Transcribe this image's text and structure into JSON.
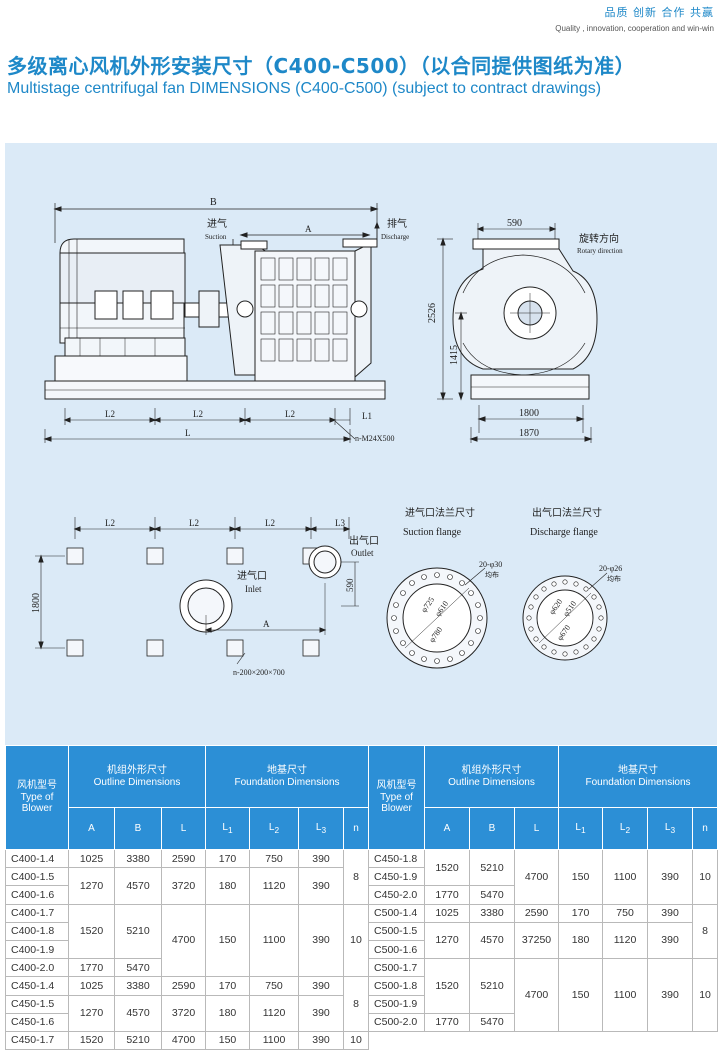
{
  "header": {
    "slogan_cn": "品质 创新 合作 共赢",
    "slogan_en": "Quality , innovation, cooperation and win-win",
    "title_cn": "多级离心风机外形安装尺寸（C400-C500）（以合同提供图纸为准）",
    "title_en": "Multistage centrifugal fan DIMENSIONS (C400-C500) (subject to contract drawings)"
  },
  "drawing": {
    "front_view": {
      "dim_B": "B",
      "dim_A": "A",
      "suction_cn": "进气",
      "suction_en": "Suction",
      "discharge_cn": "排气",
      "discharge_en": "Discharge",
      "dim_L2": "L2",
      "dim_L1": "L1",
      "dim_L": "L",
      "bolt_note": "n-M24X500"
    },
    "side_view": {
      "dim_top": "590",
      "rot_cn": "旋转方向",
      "rot_en": "Rotary direction",
      "dim_height_total": "2526",
      "dim_height_shaft": "1415",
      "dim_width_inner": "1800",
      "dim_width_outer": "1870"
    },
    "plan_view": {
      "dim_L2": "L2",
      "dim_L3": "L3",
      "outlet_cn": "出气口",
      "outlet_en": "Outlet",
      "inlet_cn": "进气口",
      "inlet_en": "Inlet",
      "dim_590": "590",
      "dim_1800": "1800",
      "dim_A": "A",
      "hole_note": "n-200×200×700"
    },
    "suction_flange": {
      "title_cn": "进气口法兰尺寸",
      "title_en": "Suction flange",
      "holes": "20-φ30",
      "holes_note": "均布",
      "d1": "φ725",
      "d2": "φ610",
      "d3": "φ780"
    },
    "discharge_flange": {
      "title_cn": "出气口法兰尺寸",
      "title_en": "Discharge flange",
      "holes": "20-φ26",
      "holes_note": "均布",
      "d1": "φ620",
      "d2": "φ510",
      "d3": "φ670"
    }
  },
  "table": {
    "head_type_cn": "风机型号",
    "head_type_en": "Type of Blower",
    "head_outline_cn": "机组外形尺寸",
    "head_outline_en": "Outline Dimensions",
    "head_found_cn": "地基尺寸",
    "head_found_en": "Foundation Dimensions",
    "col_A": "A",
    "col_B": "B",
    "col_L": "L",
    "col_L1": "L",
    "col_L2": "L",
    "col_L3": "L",
    "sub_1": "1",
    "sub_2": "2",
    "sub_3": "3",
    "col_n": "n",
    "left_models": [
      "C400-1.4",
      "C400-1.5",
      "C400-1.6",
      "C400-1.7",
      "C400-1.8",
      "C400-1.9",
      "C400-2.0",
      "C450-1.4",
      "C450-1.5",
      "C450-1.6",
      "C450-1.7"
    ],
    "right_models": [
      "C450-1.8",
      "C450-1.9",
      "C450-2.0",
      "C500-1.4",
      "C500-1.5",
      "C500-1.6",
      "C500-1.7",
      "C500-1.8",
      "C500-1.9",
      "C500-2.0"
    ],
    "v": {
      "a1025": "1025",
      "b3380": "3380",
      "l2590": "2590",
      "l1_170": "170",
      "l2_750": "750",
      "l3_390": "390",
      "a1270": "1270",
      "b4570": "4570",
      "l3720": "3720",
      "l1_180": "180",
      "l2_1120": "1120",
      "a1520": "1520",
      "b5210": "5210",
      "l4700": "4700",
      "l1_150": "150",
      "l2_1100": "1100",
      "a1770": "1770",
      "b5470": "5470",
      "n8": "8",
      "n10": "10",
      "l37250": "37250"
    }
  }
}
